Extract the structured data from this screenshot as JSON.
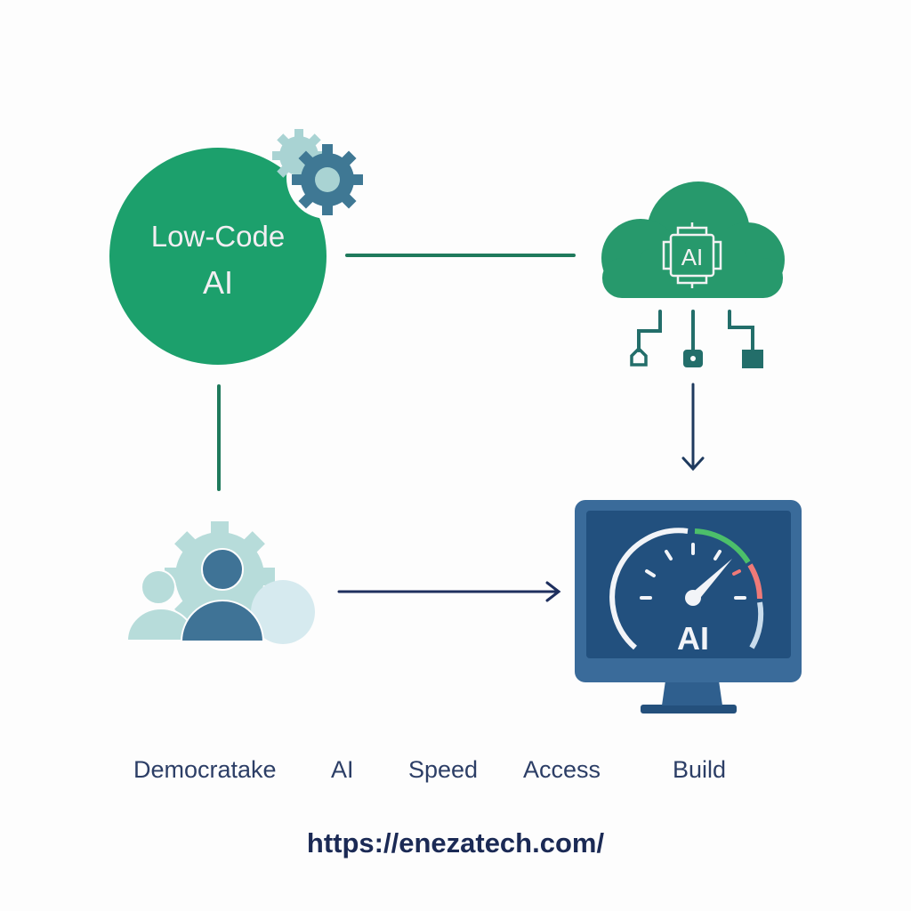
{
  "nodes": {
    "low_code": {
      "line1": "Low-Code",
      "line2": "AI"
    },
    "cloud": {
      "chip_label": "AI"
    },
    "monitor": {
      "screen_label": "AI"
    }
  },
  "labels": [
    "Democratake",
    "AI",
    "Speed",
    "Access",
    "Build"
  ],
  "footer": {
    "url": "https://enezatech.com/"
  },
  "colors": {
    "green": "#1ca06c",
    "teal_line": "#1f7a5c",
    "navy": "#1e2f5e",
    "monitor": "#3a6b9a",
    "screen": "#22507e"
  }
}
